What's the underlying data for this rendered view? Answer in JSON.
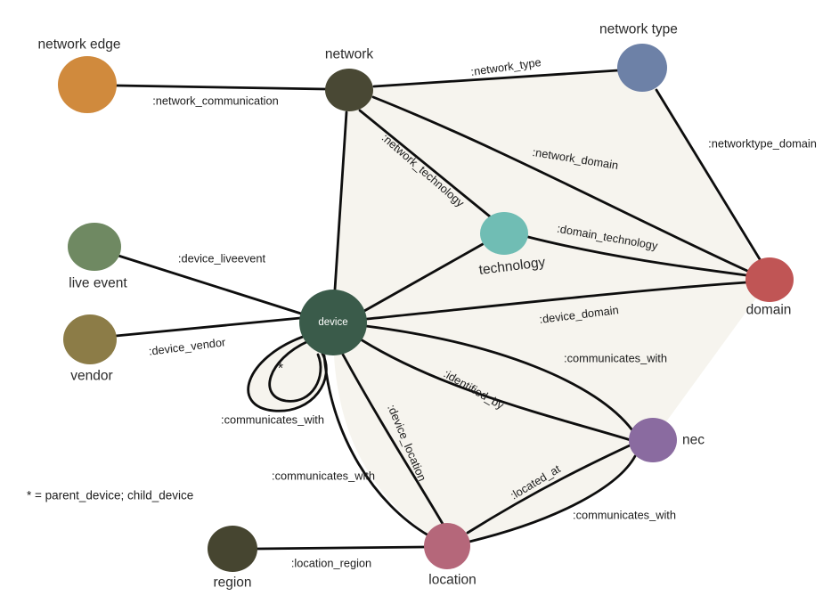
{
  "diagram": {
    "background": "#ffffff",
    "web_fill": "#f6f4ee",
    "edge_color": "#0e0e0e",
    "note": "* = parent_device; child_device",
    "loop_marker": "*",
    "nodes": {
      "network_edge": {
        "label": "network edge",
        "color": "#d08a3d"
      },
      "network": {
        "label": "network",
        "color": "#494834"
      },
      "network_type": {
        "label": "network type",
        "color": "#6d81a7"
      },
      "technology": {
        "label": "technology",
        "color": "#70bdb4"
      },
      "domain": {
        "label": "domain",
        "color": "#c05555"
      },
      "live_event": {
        "label": "live event",
        "color": "#6f8962"
      },
      "vendor": {
        "label": "vendor",
        "color": "#8c7c47"
      },
      "device": {
        "label": "device",
        "color": "#3a5b4a"
      },
      "nec": {
        "label": "nec",
        "color": "#8a6ba0"
      },
      "location": {
        "label": "location",
        "color": "#b5677a"
      },
      "region": {
        "label": "region",
        "color": "#464530"
      }
    },
    "edge_labels": {
      "network_communication": ":network_communication",
      "network_type": ":network_type",
      "networktype_domain": ":networktype_domain",
      "network_domain": ":network_domain",
      "network_technology": ":network_technology",
      "domain_technology": ":domain_technology",
      "device_liveevent": ":device_liveevent",
      "device_vendor": ":device_vendor",
      "device_domain": ":device_domain",
      "communicates_with_loop": ":communicates_with",
      "communicates_with_nec": ":communicates_with",
      "identified_by": ":identified_by",
      "device_location": ":device_location",
      "communicates_with_location": ":communicates_with",
      "located_at": ":located_at",
      "communicates_with_locnec": ":communicates_with",
      "location_region": ":location_region"
    }
  }
}
